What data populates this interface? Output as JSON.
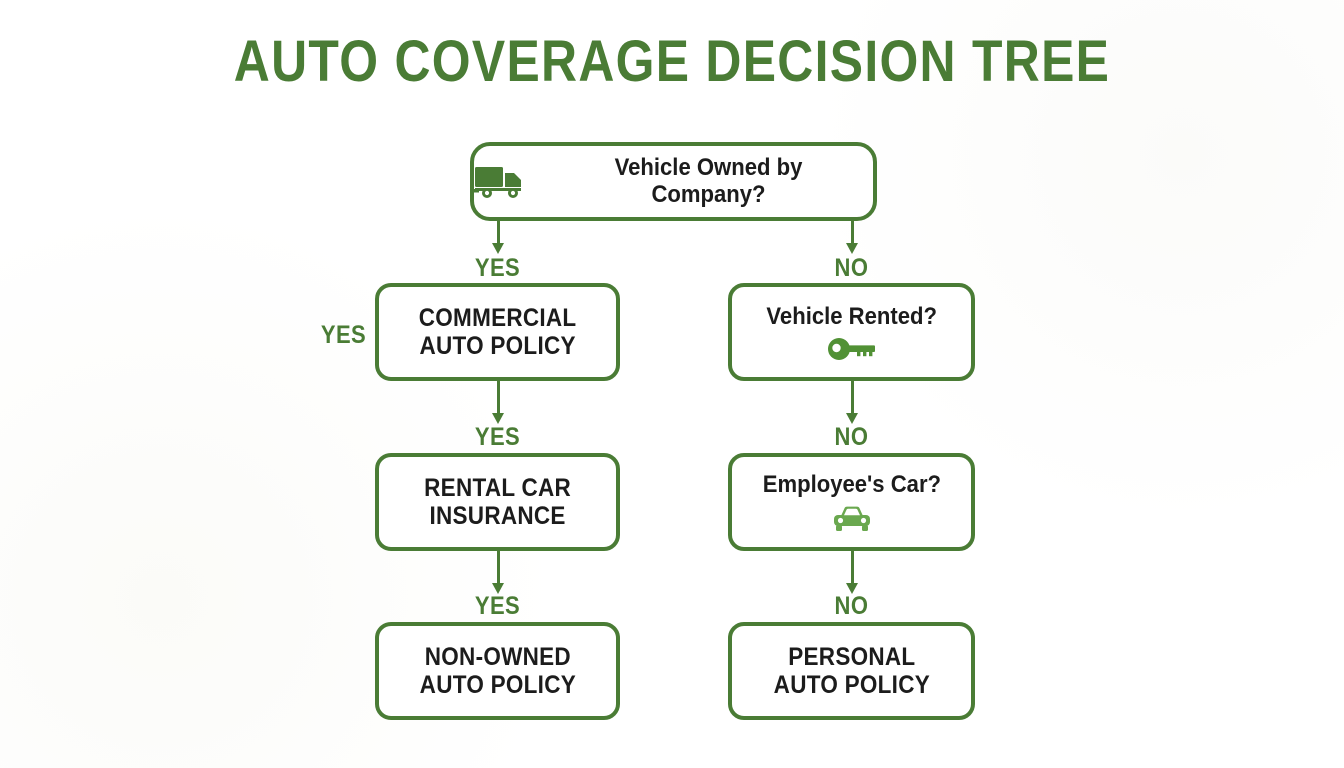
{
  "title": "AUTO COVERAGE DECISION TREE",
  "theme": {
    "accent_green": "#4a7c35",
    "icon_green_dark": "#4a7c35",
    "icon_green_mid": "#519135",
    "icon_green_light": "#6aa84f",
    "text_dark": "#1c1c1c",
    "background": "#ffffff"
  },
  "nodes": {
    "root": {
      "label": "Vehicle Owned by Company?",
      "icon": "truck-icon",
      "type": "question"
    },
    "commercial_auto_policy": {
      "label": "COMMERCIAL\nAUTO POLICY",
      "type": "outcome"
    },
    "vehicle_rented": {
      "label": "Vehicle Rented?",
      "icon": "key-icon",
      "type": "question"
    },
    "rental_car_insurance": {
      "label": "RENTAL CAR\nINSURANCE",
      "type": "outcome"
    },
    "employees_car": {
      "label": "Employee's Car?",
      "icon": "car-icon",
      "type": "question"
    },
    "non_owned_auto_policy": {
      "label": "NON-OWNED\nAUTO POLICY",
      "type": "outcome"
    },
    "personal_auto_policy": {
      "label": "PERSONAL\nAUTO POLICY",
      "type": "outcome"
    }
  },
  "edges": {
    "root_to_commercial": "YES",
    "root_to_rented": "NO",
    "commercial_side": "YES",
    "commercial_to_rental": "YES",
    "rented_to_employees": "NO",
    "rental_to_nonowned": "YES",
    "employees_to_personal": "NO"
  }
}
